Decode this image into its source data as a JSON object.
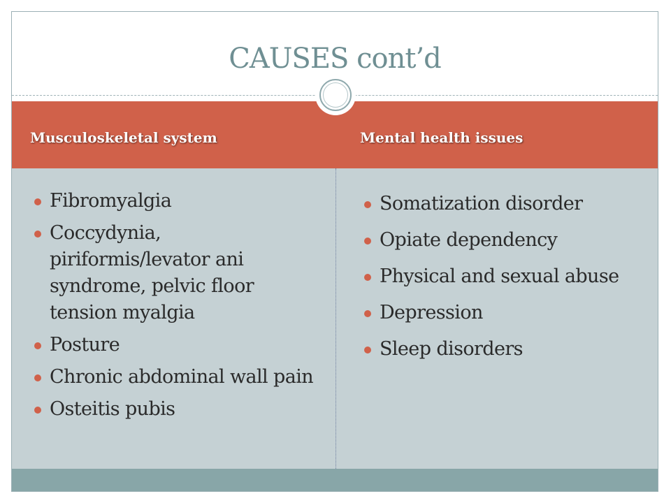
{
  "slide": {
    "title": "CAUSES cont’d",
    "columns": [
      {
        "header": "Musculoskeletal system",
        "items": [
          "Fibromyalgia",
          "Coccydynia, piriformis/levator ani syndrome, pelvic floor tension myalgia",
          "Posture",
          "Chronic abdominal wall pain",
          "Osteitis pubis"
        ]
      },
      {
        "header": "Mental health issues",
        "items": [
          "Somatization disorder",
          "Opiate dependency",
          "Physical and sexual abuse",
          "Depression",
          "Sleep disorders"
        ]
      }
    ]
  },
  "colors": {
    "title": "#6f8f93",
    "header_band": "#d0614a",
    "body": "#c5d1d4",
    "footer_band": "#88a6a8",
    "bullet": "#d0614a"
  }
}
